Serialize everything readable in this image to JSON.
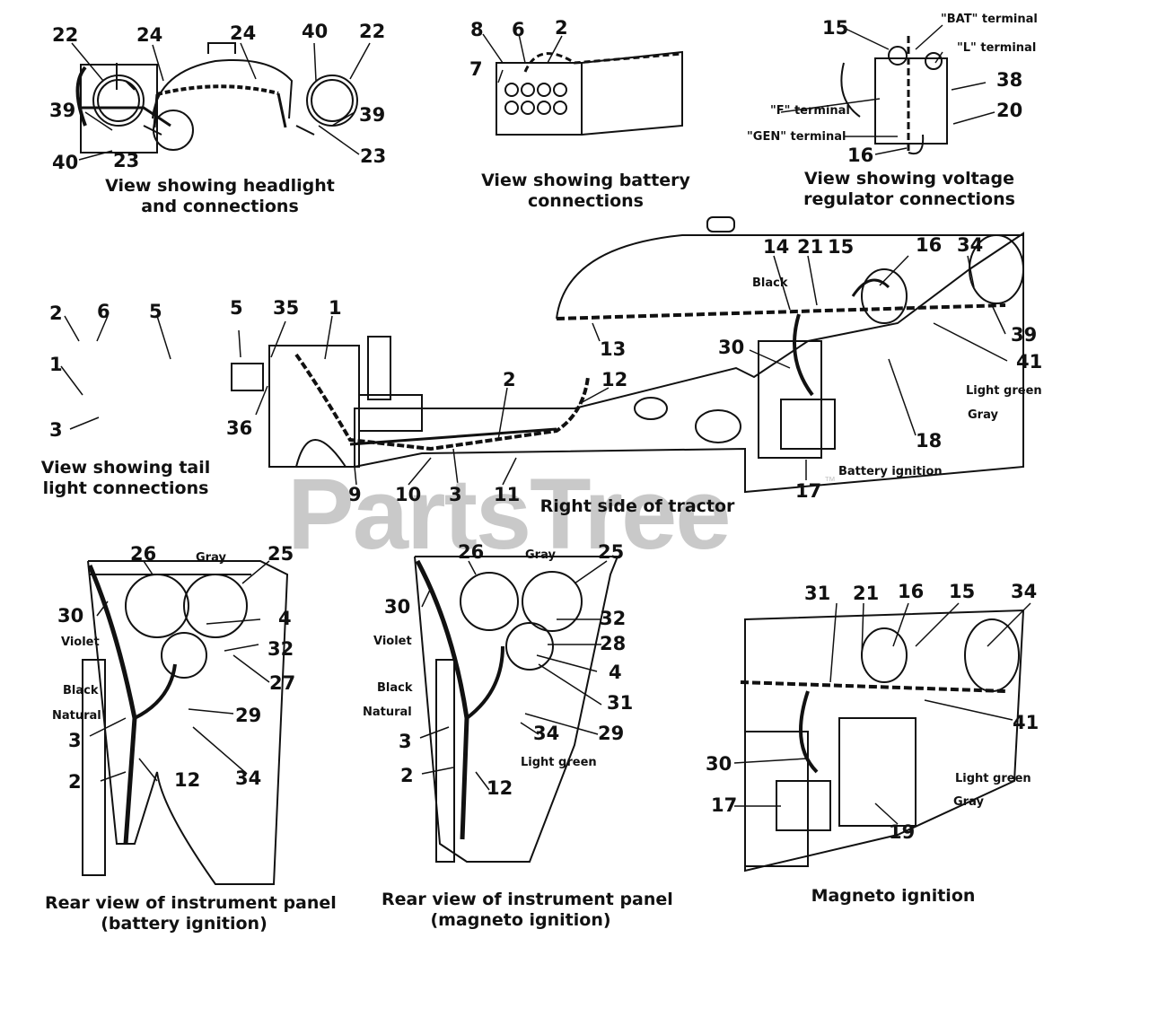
{
  "watermark": {
    "text": "PartsTree",
    "trademark": "™"
  },
  "captions": {
    "headlight": [
      "View showing headlight",
      "and connections"
    ],
    "battery": [
      "View showing battery",
      "connections"
    ],
    "regulator": [
      "View showing voltage",
      "regulator connections"
    ],
    "taillight": [
      "View showing tail",
      "light connections"
    ],
    "right_side": [
      "Right side of tractor"
    ],
    "panel_battery": [
      "Rear view of instrument panel",
      "(battery ignition)"
    ],
    "panel_magneto": [
      "Rear view of instrument panel",
      "(magneto ignition)"
    ],
    "magneto": [
      "Magneto ignition"
    ]
  },
  "wire_labels": {
    "bat_terminal": "\"BAT\" terminal",
    "l_terminal": "\"L\" terminal",
    "f_terminal": "\"F\" terminal",
    "gen_terminal": "\"GEN\" terminal",
    "black": "Black",
    "gray": "Gray",
    "light_green": "Light green",
    "violet": "Violet",
    "natural": "Natural",
    "battery_ignition": "Battery ignition"
  },
  "callouts": {
    "headlight": [
      "22",
      "24",
      "24",
      "40",
      "22",
      "39",
      "39",
      "40",
      "23",
      "23"
    ],
    "battery": [
      "8",
      "6",
      "2",
      "7"
    ],
    "regulator": [
      "15",
      "38",
      "20",
      "16"
    ],
    "taillight": [
      "2",
      "6",
      "5",
      "1",
      "3"
    ],
    "right_side": [
      "5",
      "35",
      "1",
      "36",
      "9",
      "10",
      "3",
      "11",
      "2",
      "13",
      "12",
      "14",
      "21",
      "15",
      "16",
      "34",
      "39",
      "41",
      "30",
      "18",
      "17"
    ],
    "panel_battery": [
      "26",
      "25",
      "30",
      "4",
      "32",
      "27",
      "3",
      "29",
      "2",
      "12",
      "34"
    ],
    "panel_magneto": [
      "26",
      "25",
      "30",
      "32",
      "28",
      "4",
      "31",
      "3",
      "34",
      "29",
      "2",
      "12"
    ],
    "magneto": [
      "31",
      "21",
      "16",
      "15",
      "34",
      "41",
      "30",
      "17",
      "19"
    ]
  }
}
